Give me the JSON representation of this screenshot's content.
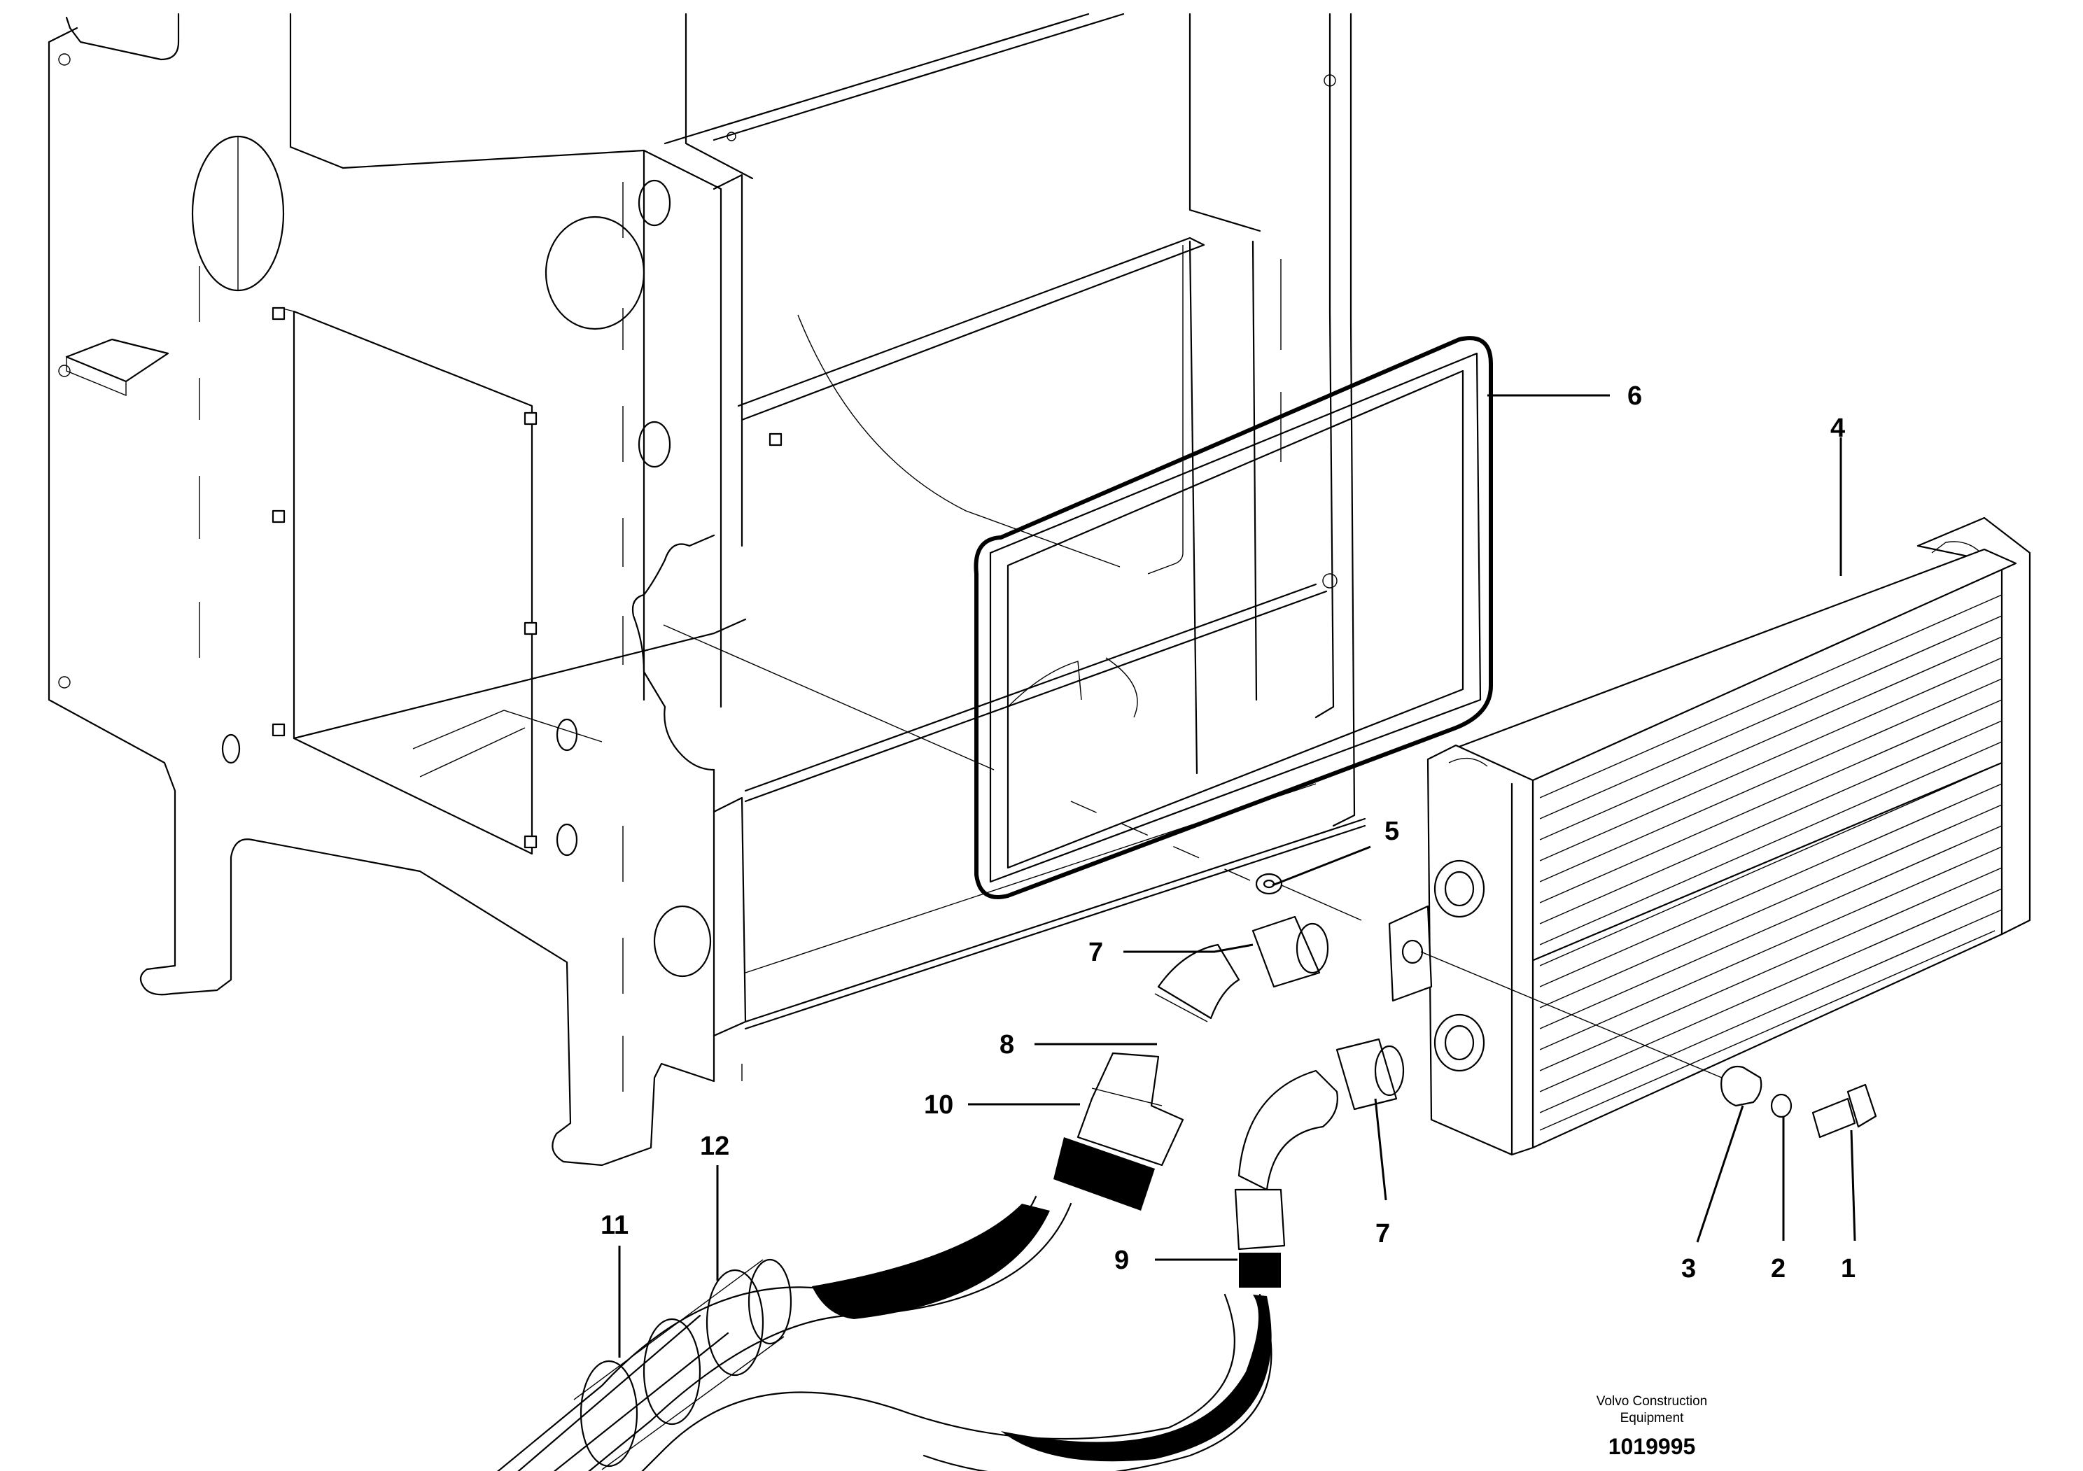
{
  "callouts": [
    {
      "id": "1",
      "label": "1"
    },
    {
      "id": "2",
      "label": "2"
    },
    {
      "id": "3",
      "label": "3"
    },
    {
      "id": "4",
      "label": "4"
    },
    {
      "id": "5",
      "label": "5"
    },
    {
      "id": "6",
      "label": "6"
    },
    {
      "id": "7a",
      "label": "7"
    },
    {
      "id": "7b",
      "label": "7"
    },
    {
      "id": "8",
      "label": "8"
    },
    {
      "id": "9",
      "label": "9"
    },
    {
      "id": "10",
      "label": "10"
    },
    {
      "id": "11",
      "label": "11"
    },
    {
      "id": "12",
      "label": "12"
    }
  ],
  "footer": {
    "brand_line1": "Volvo Construction",
    "brand_line2": "Equipment",
    "doc_number": "1019995"
  }
}
